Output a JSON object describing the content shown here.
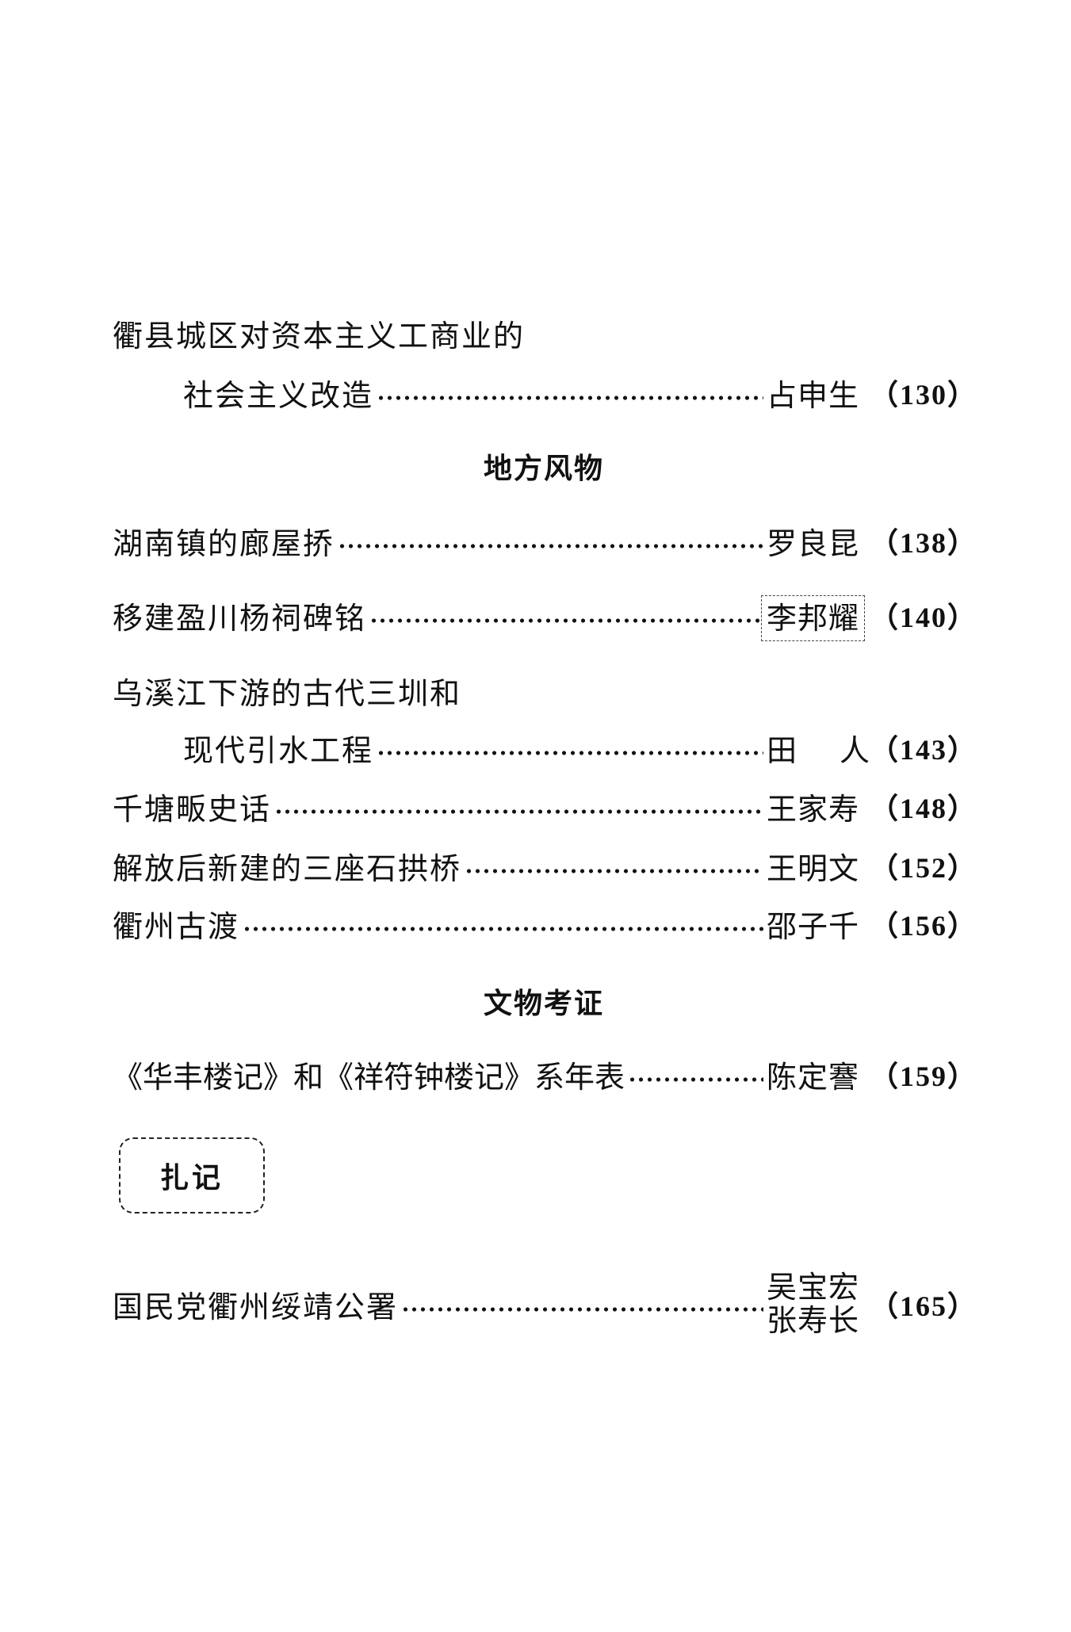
{
  "entries_top": [
    {
      "title_line1": "衢县城区对资本主义工商业的",
      "title_line2": "社会主义改造",
      "author": "占申生",
      "page": "（130）"
    }
  ],
  "sections": [
    {
      "heading": "地方风物"
    },
    {
      "heading": "文物考证"
    },
    {
      "heading": "扎记"
    }
  ],
  "entries": [
    {
      "title": "湖南镇的廊屋挢",
      "author": "罗良昆",
      "page": "（138）"
    },
    {
      "title": "移建盈川杨祠碑铭",
      "author": "李邦耀",
      "page": "（140）"
    },
    {
      "title_line1": "乌溪江下游的古代三圳和",
      "title_line2": "现代引水工程",
      "author_a": "田",
      "author_b": "人",
      "page": "（143）"
    },
    {
      "title": "千塘畈史话",
      "author": "王家寿",
      "page": "（148）"
    },
    {
      "title": "解放后新建的三座石拱桥",
      "author": "王明文",
      "page": "（152）"
    },
    {
      "title": "衢州古渡",
      "author": "邵子千",
      "page": "（156）"
    },
    {
      "title": "《华丰楼记》和《祥符钟楼记》系年表",
      "author": "陈定謇",
      "page": "（159）"
    },
    {
      "title": "国民党衢州绥靖公署",
      "author1": "吴宝宏",
      "author2": "张寿长",
      "page": "（165）"
    }
  ]
}
